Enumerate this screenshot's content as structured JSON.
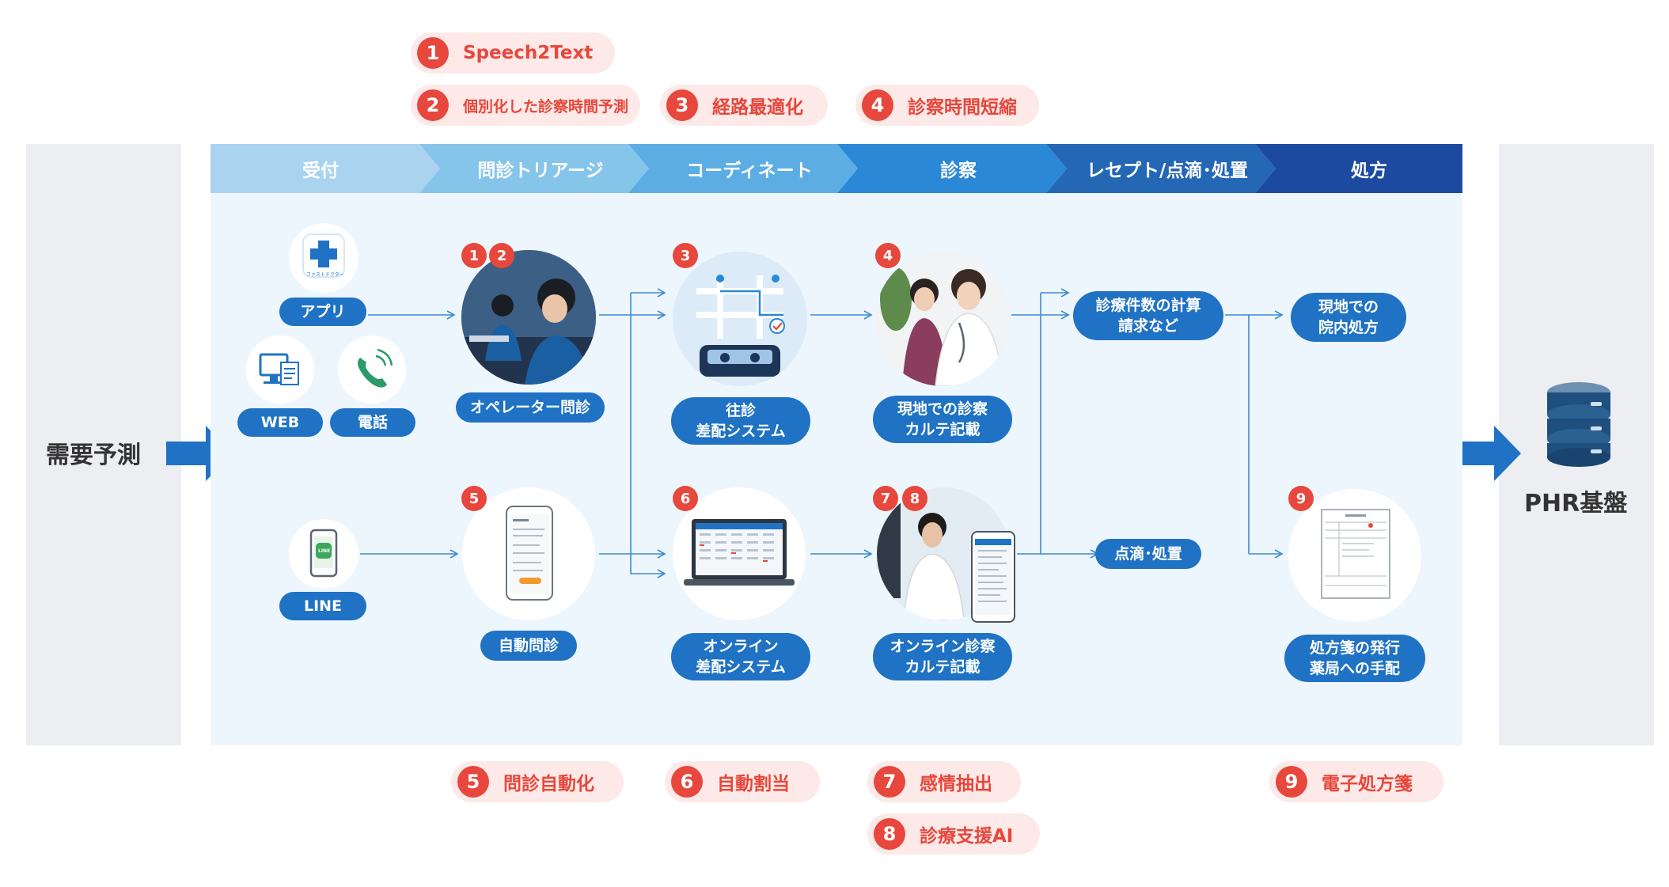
{
  "features_top": [
    {
      "num": "1",
      "label": "Speech2Text"
    },
    {
      "num": "2",
      "label": "個別化した診察時間予測"
    },
    {
      "num": "3",
      "label": "経路最適化"
    },
    {
      "num": "4",
      "label": "診察時間短縮"
    }
  ],
  "features_bottom": [
    {
      "num": "5",
      "label": "問診自動化"
    },
    {
      "num": "6",
      "label": "自動割当"
    },
    {
      "num": "7",
      "label": "感情抽出"
    },
    {
      "num": "8",
      "label": "診療支援AI"
    },
    {
      "num": "9",
      "label": "電子処方箋"
    }
  ],
  "left_column": {
    "label": "需要予測"
  },
  "right_column": {
    "label": "PHR基盤"
  },
  "stages": [
    "受付",
    "問診トリアージ",
    "コーディネート",
    "診察",
    "レセプト/点滴･処置",
    "処方"
  ],
  "stage_colors": [
    "#a9d3ee",
    "#86c5ea",
    "#5cade3",
    "#2a88d6",
    "#2467b5",
    "#1d4aa1"
  ],
  "channels": {
    "app": "アプリ",
    "web": "WEB",
    "phone": "電話",
    "line": "LINE",
    "app_icon_text": "ファストドクター",
    "line_icon_text": "LINE"
  },
  "nodes": {
    "operator": {
      "badges": [
        "1",
        "2"
      ],
      "label": "オペレーター問診"
    },
    "auto_interview": {
      "badges": [
        "5"
      ],
      "label": "自動問診"
    },
    "home_dispatch": {
      "badges": [
        "3"
      ],
      "line1": "往診",
      "line2": "差配システム"
    },
    "online_dispatch": {
      "badges": [
        "6"
      ],
      "line1": "オンライン",
      "line2": "差配システム"
    },
    "onsite_exam": {
      "badges": [
        "4"
      ],
      "line1": "現地での診察",
      "line2": "カルテ記載"
    },
    "online_exam": {
      "badges": [
        "7",
        "8"
      ],
      "line1": "オンライン診察",
      "line2": "カルテ記載"
    },
    "billing": {
      "line1": "診療件数の計算",
      "line2": "請求など"
    },
    "drip": {
      "label": "点滴･処置"
    },
    "onsite_rx": {
      "line1": "現地での",
      "line2": "院内処方"
    },
    "e_rx": {
      "badges": [
        "9"
      ],
      "line1": "処方箋の発行",
      "line2": "薬局への手配"
    }
  }
}
